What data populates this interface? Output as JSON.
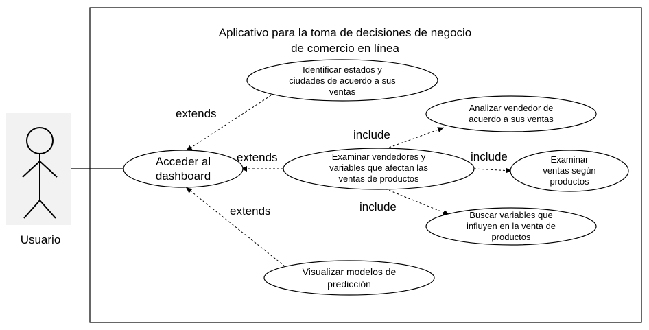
{
  "system": {
    "title": "Aplicativo para la toma de decisiones de negocio\nde comercio en línea"
  },
  "actor": {
    "name": "Usuario"
  },
  "use_cases": {
    "acceder": "Acceder al\ndashboard",
    "identificar": "Identificar estados y\nciudades de acuerdo a sus\nventas",
    "examinar": "Examinar vendedores y\nvariables que afectan las\nventas de productos",
    "analizar": "Analizar vendedor de\nacuerdo a sus ventas",
    "examinar_ventas": "Examinar\nventas según\nproductos",
    "buscar": "Buscar variables que\ninfluyen en la venta de\nproductos",
    "visualizar": "Visualizar modelos de\npredicción"
  },
  "relations": {
    "extends_identificar": "extends",
    "extends_examinar": "extends",
    "extends_visualizar": "extends",
    "include_analizar": "include",
    "include_examinar_ventas": "include",
    "include_buscar": "include"
  }
}
